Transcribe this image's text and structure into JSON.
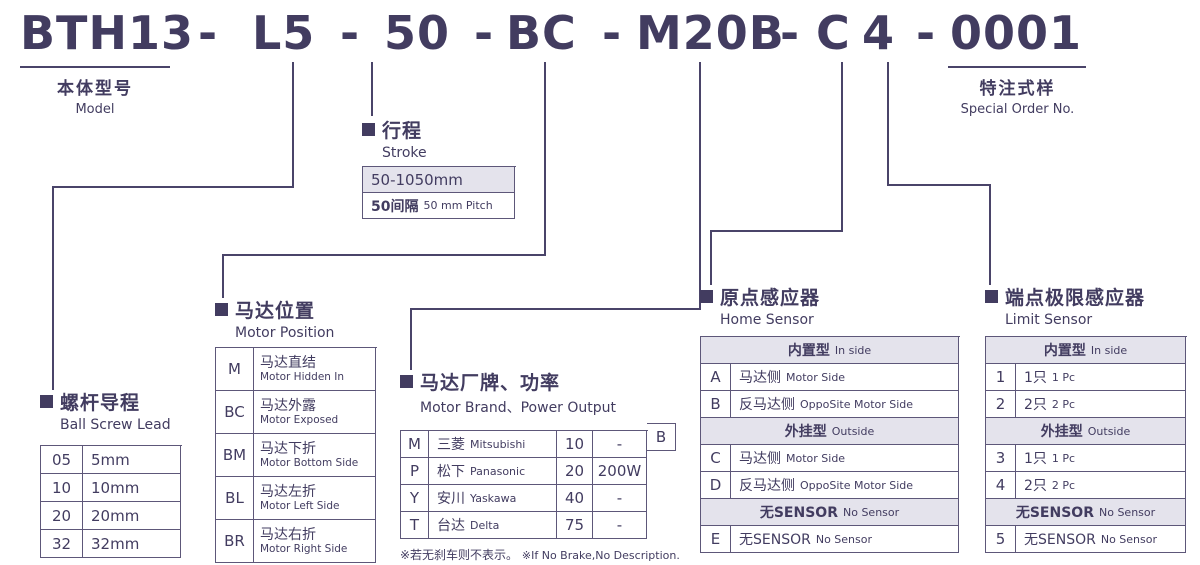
{
  "colors": {
    "ink": "#423c60",
    "line": "#4a4469",
    "border": "#5d5779",
    "shade": "#e4e3ec"
  },
  "title": {
    "segments": [
      "BTH13",
      "-",
      "L5",
      "-",
      "50",
      "-",
      "BC",
      "-",
      "M20B",
      "-",
      "C",
      "4",
      "-",
      "0001"
    ]
  },
  "model_label": {
    "zh": "本体型号",
    "en": "Model"
  },
  "special_label": {
    "zh": "特注式样",
    "en": "Special Order No."
  },
  "stroke": {
    "zh": "行程",
    "en": "Stroke",
    "range": "50-1050mm",
    "pitch_zh": "50间隔",
    "pitch_en": "50 mm Pitch"
  },
  "ball_screw_lead": {
    "zh": "螺杆导程",
    "en": "Ball Screw Lead",
    "rows": [
      {
        "code": "05",
        "value": "5mm"
      },
      {
        "code": "10",
        "value": "10mm"
      },
      {
        "code": "20",
        "value": "20mm"
      },
      {
        "code": "32",
        "value": "32mm"
      }
    ]
  },
  "motor_position": {
    "zh": "马达位置",
    "en": "Motor Position",
    "rows": [
      {
        "code": "M",
        "zh": "马达直结",
        "en": "Motor Hidden In"
      },
      {
        "code": "BC",
        "zh": "马达外露",
        "en": "Motor Exposed"
      },
      {
        "code": "BM",
        "zh": "马达下折",
        "en": "Motor Bottom Side"
      },
      {
        "code": "BL",
        "zh": "马达左折",
        "en": "Motor Left Side"
      },
      {
        "code": "BR",
        "zh": "马达右折",
        "en": "Motor Right Side"
      }
    ]
  },
  "motor_brand": {
    "zh": "马达厂牌、功率",
    "en": "Motor Brand、Power Output",
    "rows": [
      {
        "code": "M",
        "brand_zh": "三菱",
        "brand_en": "Mitsubishi",
        "power_code": "10",
        "power": "-"
      },
      {
        "code": "P",
        "brand_zh": "松下",
        "brand_en": "Panasonic",
        "power_code": "20",
        "power": "200W"
      },
      {
        "code": "Y",
        "brand_zh": "安川",
        "brand_en": "Yaskawa",
        "power_code": "40",
        "power": "-"
      },
      {
        "code": "T",
        "brand_zh": "台达",
        "brand_en": "Delta",
        "power_code": "75",
        "power": "-"
      }
    ],
    "brake_code": "B",
    "note_zh": "※若无刹车则不表示。",
    "note_en": "※If No Brake,No Description."
  },
  "home_sensor": {
    "zh": "原点感应器",
    "en": "Home Sensor",
    "rows": [
      {
        "type": "header",
        "zh": "内置型",
        "en": "In side"
      },
      {
        "type": "item",
        "code": "A",
        "zh": "马达侧",
        "en": "Motor Side"
      },
      {
        "type": "item",
        "code": "B",
        "zh": "反马达侧",
        "en": "OppoSite Motor Side"
      },
      {
        "type": "header",
        "zh": "外挂型",
        "en": "Outside"
      },
      {
        "type": "item",
        "code": "C",
        "zh": "马达侧",
        "en": "Motor Side"
      },
      {
        "type": "item",
        "code": "D",
        "zh": "反马达侧",
        "en": "OppoSite Motor Side"
      },
      {
        "type": "header",
        "zh": "无SENSOR",
        "en": "No Sensor"
      },
      {
        "type": "item",
        "code": "E",
        "zh": "无SENSOR",
        "en": "No Sensor"
      }
    ]
  },
  "limit_sensor": {
    "zh": "端点极限感应器",
    "en": "Limit Sensor",
    "rows": [
      {
        "type": "header",
        "zh": "内置型",
        "en": "In side"
      },
      {
        "type": "item",
        "code": "1",
        "zh": "1只",
        "en": "1 Pc"
      },
      {
        "type": "item",
        "code": "2",
        "zh": "2只",
        "en": "2 Pc"
      },
      {
        "type": "header",
        "zh": "外挂型",
        "en": "Outside"
      },
      {
        "type": "item",
        "code": "3",
        "zh": "1只",
        "en": "1 Pc"
      },
      {
        "type": "item",
        "code": "4",
        "zh": "2只",
        "en": "2 Pc"
      },
      {
        "type": "header",
        "zh": "无SENSOR",
        "en": "No Sensor"
      },
      {
        "type": "item",
        "code": "5",
        "zh": "无SENSOR",
        "en": "No Sensor"
      }
    ]
  }
}
